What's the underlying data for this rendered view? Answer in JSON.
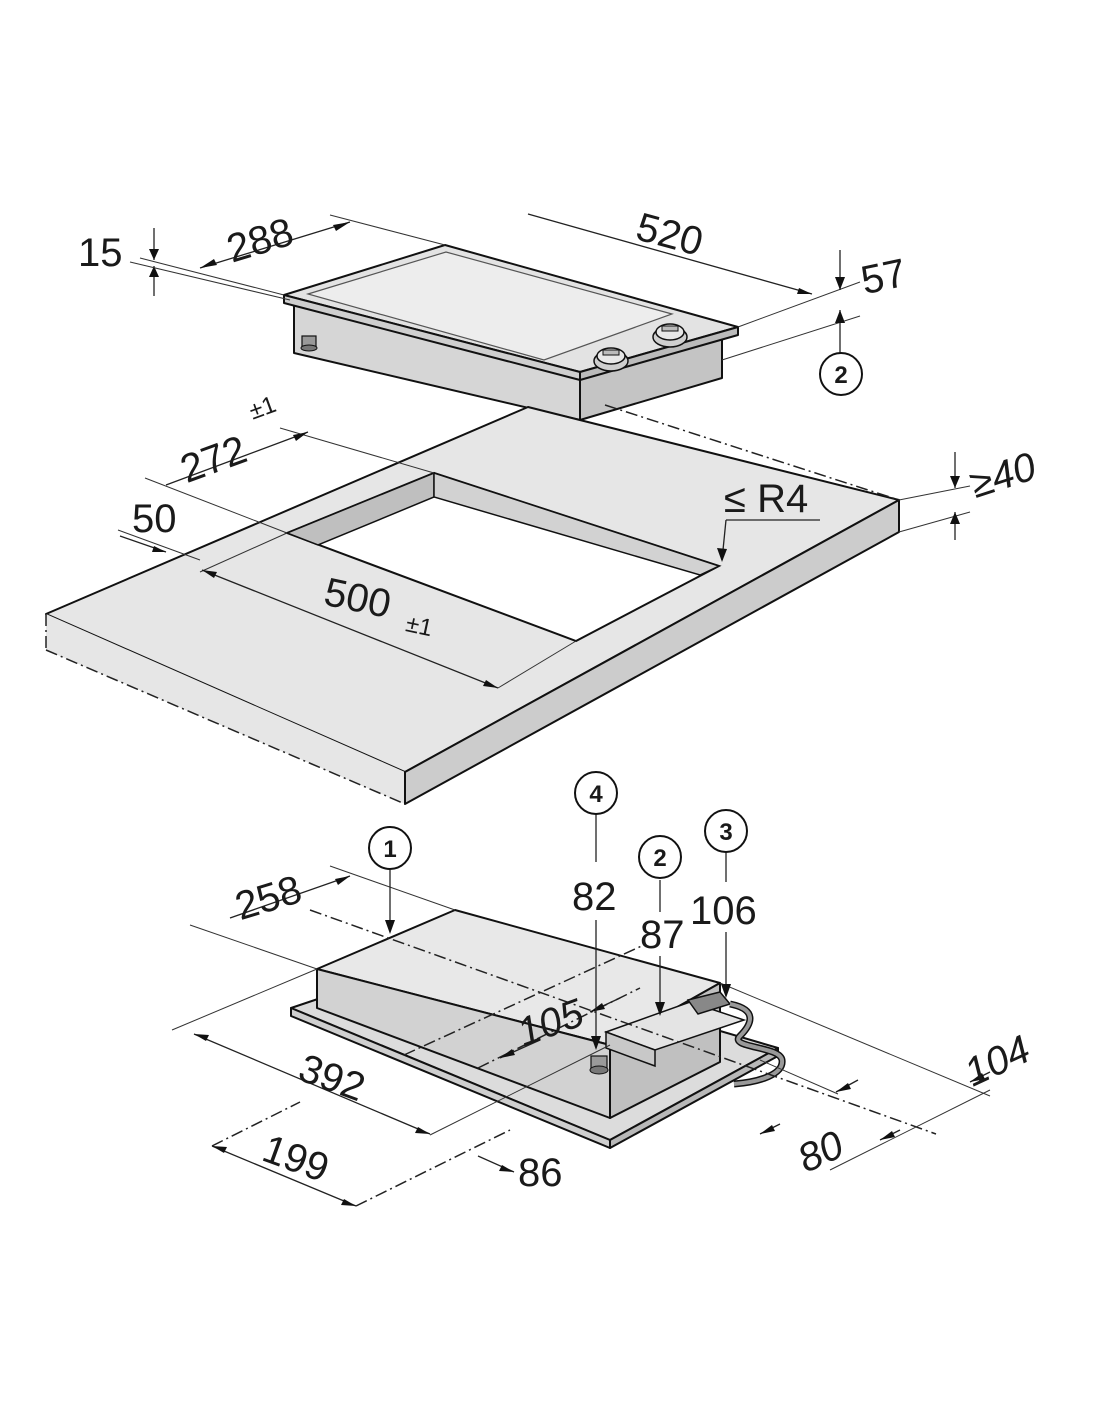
{
  "appliance": {
    "dimensions": {
      "depth": "288",
      "width": "520",
      "rim_thickness": "15",
      "height": "57"
    },
    "callout": "2"
  },
  "worktop": {
    "dimensions": {
      "cutout_depth": "272",
      "cutout_depth_tolerance": "±1",
      "front_offset": "50",
      "cutout_width": "500",
      "cutout_width_tolerance": "±1",
      "corner_radius": "≤ R4",
      "min_thickness": "≥40"
    }
  },
  "underside": {
    "callouts": [
      "1",
      "4",
      "2",
      "3"
    ],
    "dimensions": {
      "depth": "258",
      "width": "392",
      "offset_199": "199",
      "offset_86": "86",
      "offset_80": "80",
      "offset_104": "104",
      "callout4_distance": "82",
      "callout2_distance": "87",
      "callout3_distance": "106",
      "offset_105": "105"
    }
  },
  "colors": {
    "surface": "#e6e6e6",
    "surface_dark": "#cfcfcf",
    "edge": "#bdbdbd",
    "line": "#111111"
  }
}
